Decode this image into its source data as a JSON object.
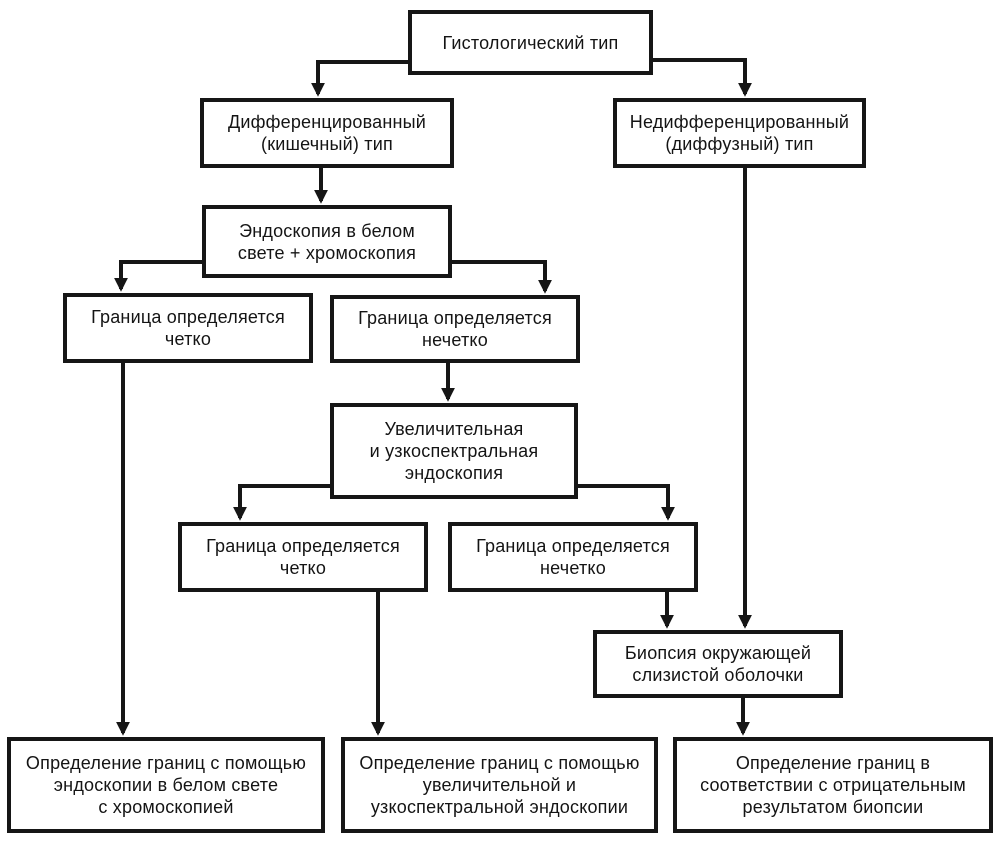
{
  "diagram": {
    "type": "flowchart",
    "language": "ru",
    "colors": {
      "background": "#ffffff",
      "line": "#161616",
      "text": "#141414",
      "node_fill": "#ffffff"
    },
    "nodes": {
      "histological_type": {
        "label": "Гистологический тип"
      },
      "differentiated": {
        "label": "Дифференцированный\n(кишечный) тип"
      },
      "undifferentiated": {
        "label": "Недифференцированный\n(диффузный) тип"
      },
      "white_light_endoscopy": {
        "label": "Эндоскопия в белом\nсвете + хромоскопия"
      },
      "border_clear_1": {
        "label": "Граница определяется\nчетко"
      },
      "border_unclear_1": {
        "label": "Граница определяется\nнечетко"
      },
      "magnifying_endoscopy": {
        "label": "Увеличительная\nи узкоспектральная\nэндоскопия"
      },
      "border_clear_2": {
        "label": "Граница определяется\nчетко"
      },
      "border_unclear_2": {
        "label": "Граница определяется\nнечетко"
      },
      "biopsy": {
        "label": "Биопсия окружающей\nслизистой оболочки"
      },
      "outcome_white_light": {
        "label": "Определение границ с помощью\nэндоскопии в белом свете\nс хромоскопией"
      },
      "outcome_magnifying": {
        "label": "Определение границ с помощью\nувеличительной и\nузкоспектральной эндоскопии"
      },
      "outcome_biopsy": {
        "label": "Определение границ в\nсоответствии с отрицательным\nрезультатом биопсии"
      }
    },
    "edges": [
      {
        "from": "histological_type",
        "to": "differentiated"
      },
      {
        "from": "histological_type",
        "to": "undifferentiated"
      },
      {
        "from": "differentiated",
        "to": "white_light_endoscopy"
      },
      {
        "from": "white_light_endoscopy",
        "to": "border_clear_1"
      },
      {
        "from": "white_light_endoscopy",
        "to": "border_unclear_1"
      },
      {
        "from": "border_unclear_1",
        "to": "magnifying_endoscopy"
      },
      {
        "from": "magnifying_endoscopy",
        "to": "border_clear_2"
      },
      {
        "from": "magnifying_endoscopy",
        "to": "border_unclear_2"
      },
      {
        "from": "border_unclear_2",
        "to": "biopsy"
      },
      {
        "from": "undifferentiated",
        "to": "biopsy"
      },
      {
        "from": "border_clear_1",
        "to": "outcome_white_light"
      },
      {
        "from": "border_clear_2",
        "to": "outcome_magnifying"
      },
      {
        "from": "biopsy",
        "to": "outcome_biopsy"
      }
    ]
  }
}
